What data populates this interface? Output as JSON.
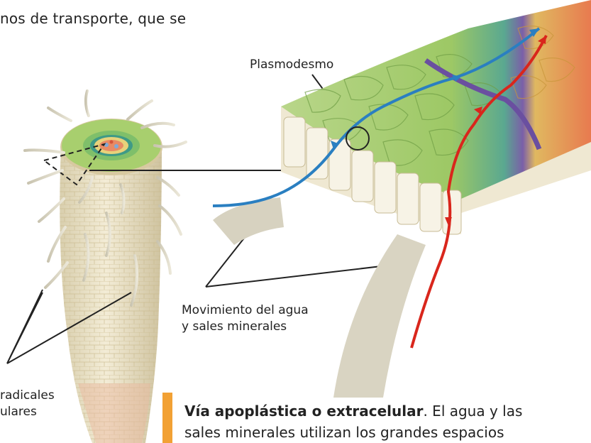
{
  "top_text": "nos de transporte, que se",
  "labels": {
    "plasmodesmo": "Plasmodesmo",
    "movimiento_line1": "Movimiento del agua",
    "movimiento_line2": "y sales minerales",
    "pelos_line1": "radicales",
    "pelos_line2": "ulares"
  },
  "note": {
    "bold": "Vía apoplástica o extracelular",
    "text": ". El agua y las",
    "line2": "sales minerales utilizan los grandes espacios"
  },
  "colors": {
    "accent_bar": "#f2a134",
    "apoplastic_path": "#2a7fc1",
    "symplastic_path": "#d9261c",
    "cortex": "#9dc865",
    "endodermis": "#5aa890",
    "stele": "#e87a4f",
    "root_tissue": "#ece4c8"
  }
}
